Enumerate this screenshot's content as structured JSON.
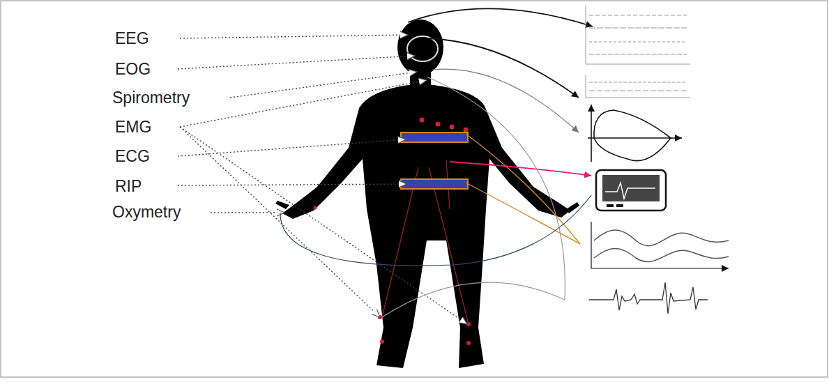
{
  "diagram": {
    "labels": [
      "EEG",
      "EOG",
      "Spirometry",
      "EMG",
      "ECG",
      "RIP",
      "Oxymetry"
    ]
  }
}
